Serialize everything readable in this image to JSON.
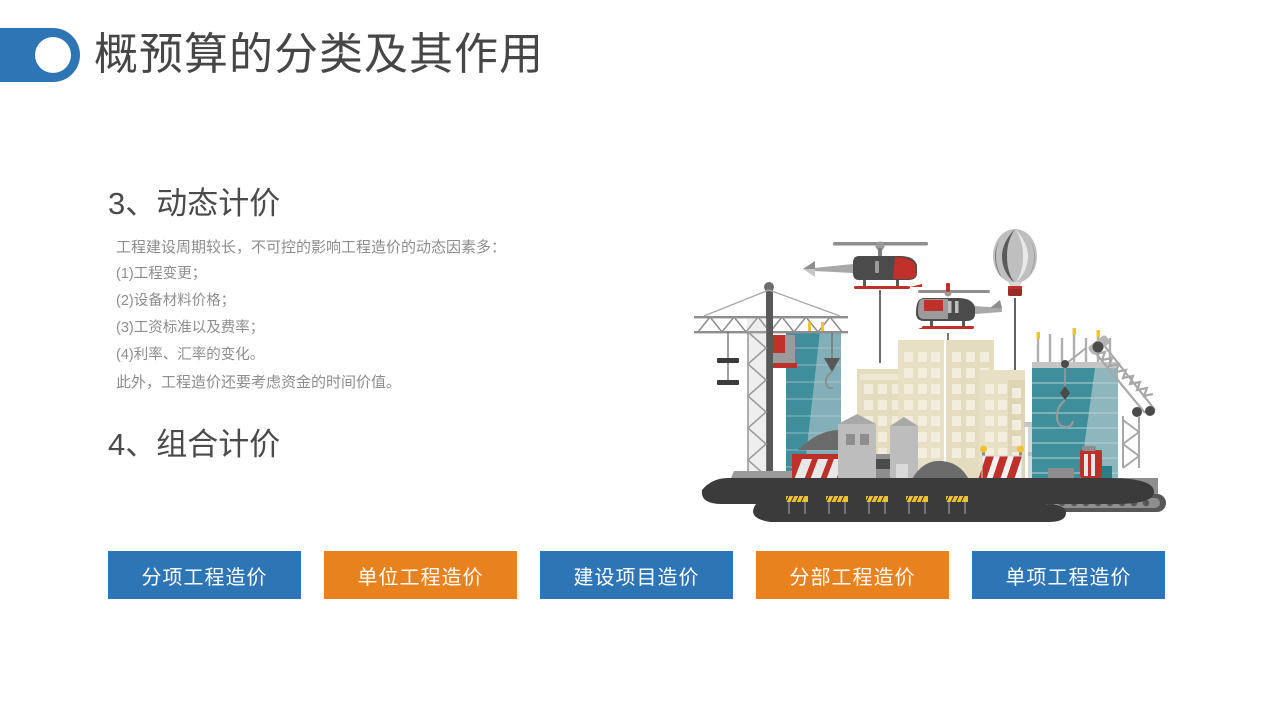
{
  "header": {
    "title": "概预算的分类及其作用",
    "badge_color": "#2e75b6",
    "title_color": "#464646"
  },
  "content": {
    "section3": {
      "heading": "3、动态计价",
      "lines": [
        "工程建设周期较长，不可控的影响工程造价的动态因素多：",
        "(1)工程变更；",
        "(2)设备材料价格；",
        "(3)工资标准以及费率；",
        "(4)利率、汇率的变化。",
        "此外，工程造价还要考虑资金的时间价值。"
      ]
    },
    "section4": {
      "heading": "4、组合计价"
    }
  },
  "buttons": [
    {
      "label": "分项工程造价",
      "color": "#2e75b6",
      "style": "blue"
    },
    {
      "label": "单位工程造价",
      "color": "#e8821e",
      "style": "orange"
    },
    {
      "label": "建设项目造价",
      "color": "#2e75b6",
      "style": "blue"
    },
    {
      "label": "分部工程造价",
      "color": "#e8821e",
      "style": "orange"
    },
    {
      "label": "单项工程造价",
      "color": "#2e75b6",
      "style": "blue"
    }
  ],
  "illustration": {
    "name": "construction-site-illustration",
    "elements": [
      "tower-crane",
      "teal-glass-building-left",
      "dump-truck",
      "beige-high-rise-buildings",
      "helicopter-large",
      "helicopter-small",
      "hot-air-balloon",
      "teal-glass-building-right",
      "mobile-crawler-crane",
      "low-rise-house",
      "road-barriers",
      "rubble-piles"
    ],
    "palette": {
      "ground": "#3b3b3b",
      "steel_gray": "#a6a6a6",
      "dark_gray": "#575757",
      "teal": "#3f8e9b",
      "teal_light": "#b9c9cc",
      "beige": "#e8e0c4",
      "beige_light": "#f0ecd9",
      "red": "#c0302b",
      "yellow": "#f2c230",
      "white": "#f2f2f2"
    }
  }
}
